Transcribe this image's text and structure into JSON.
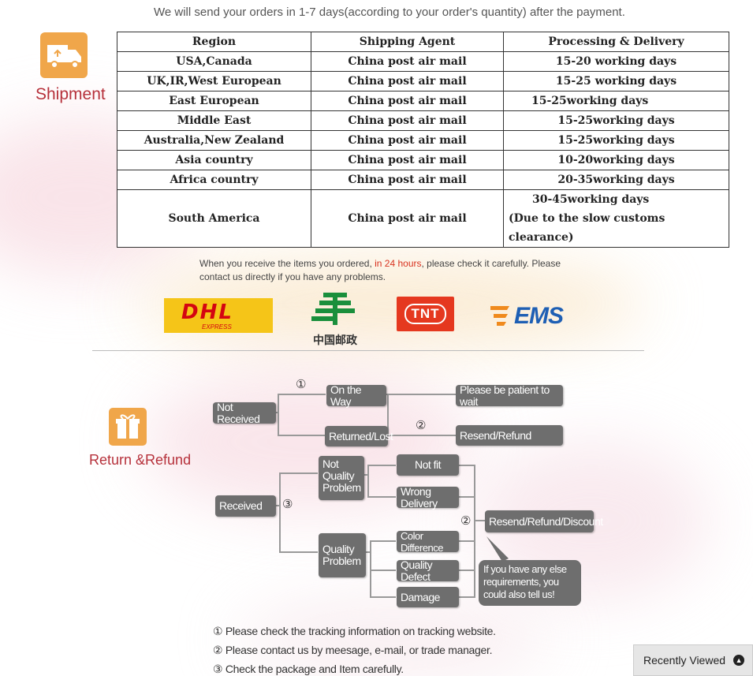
{
  "top_note": "We will send your orders in 1-7 days(according to your order's quantity) after the payment.",
  "shipment_label": "Shipment",
  "table": {
    "headers": [
      "Region",
      "Shipping Agent",
      "Processing & Delivery"
    ],
    "rows": [
      [
        "USA,Canada",
        "China post air mail",
        "15-20 working days"
      ],
      [
        "UK,IR,West European",
        "China post air mail",
        "15-25 working days"
      ],
      [
        "East European",
        "China post air mail",
        "15-25working days"
      ],
      [
        "Middle East",
        "China post air mail",
        "15-25working days"
      ],
      [
        "Australia,New Zealand",
        "China post air mail",
        "15-25working days"
      ],
      [
        "Asia country",
        "China post air mail",
        "10-20working days"
      ],
      [
        "Africa country",
        "China post air mail",
        "20-35working days"
      ]
    ],
    "last_row": {
      "region": "South America",
      "agent": "China post air mail",
      "delivery_line1": "30-45working days",
      "delivery_line2": "(Due to the slow customs clearance)"
    }
  },
  "notice": {
    "part1": "When you receive the items you ordered, ",
    "highlight": "in 24 hours",
    "part2": ", please check it carefully. Please contact us directly if you have any problems."
  },
  "logos": {
    "dhl": "DHL",
    "dhl_sub": "EXPRESS",
    "chinapost": "中国邮政",
    "tnt": "TNT",
    "ems": "EMS"
  },
  "return_label": "Return &Refund",
  "flow": {
    "not_received": "Not Received",
    "on_the_way": "On the Way",
    "be_patient": "Please be patient to wait",
    "returned_lost": "Returned/Lost",
    "resend_refund": "Resend/Refund",
    "received": "Received",
    "not_quality": "Not Quality Problem",
    "not_fit": "Not fit",
    "wrong_delivery": "Wrong Delivery",
    "quality_problem": "Quality Problem",
    "color_difference": "Color Difference",
    "quality_defect": "Quality Defect",
    "damage": "Damage",
    "resend_refund_discount": "Resend/Refund/Discount",
    "bubble": "If you have any else requirements, you could also tell us!",
    "n1": "①",
    "n2": "②",
    "n3": "③",
    "n2b": "②"
  },
  "tips": [
    "① Please check the tracking information on tracking website.",
    "② Please contact us by meesage, e-mail, or trade manager.",
    "③ Check the package and Item carefully."
  ],
  "recently_viewed": "Recently Viewed",
  "colors": {
    "accent": "#b6313b",
    "icon_orange": "#f0a64a",
    "box_gray": "#6e6e6e"
  }
}
